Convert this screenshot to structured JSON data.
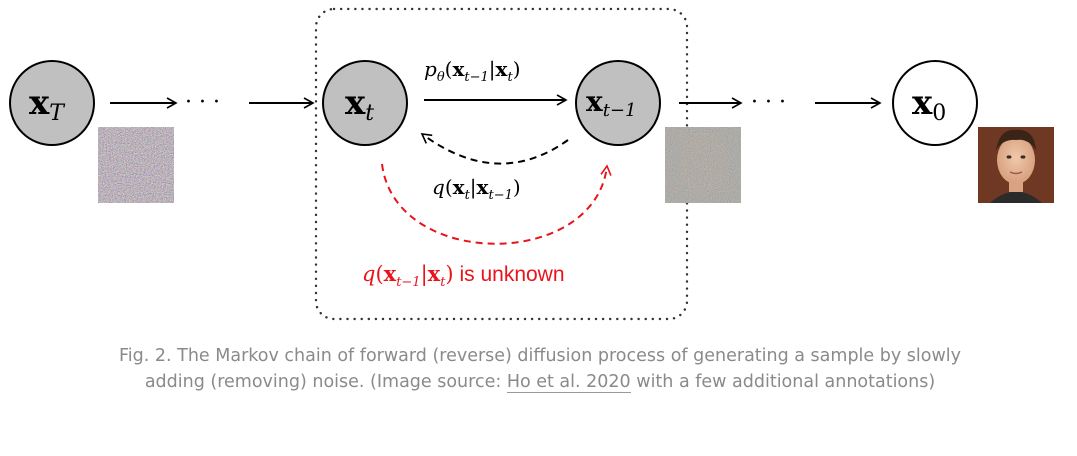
{
  "nodes": {
    "xT": {
      "main": "x",
      "sub": "T"
    },
    "xt": {
      "main": "x",
      "sub": "t"
    },
    "xtm1": {
      "main": "x",
      "sub": "t−1"
    },
    "x0": {
      "main": "x",
      "sub": "0"
    }
  },
  "ellipsis": "· · ·",
  "labels": {
    "reverse": {
      "p": "p",
      "theta": "θ",
      "open": "(",
      "x1": "x",
      "x1sub": "t−1",
      "bar": "|",
      "x2": "x",
      "x2sub": "t",
      "close": ")"
    },
    "forward": {
      "q": "q",
      "open": "(",
      "x1": "x",
      "x1sub": "t",
      "bar": "|",
      "x2": "x",
      "x2sub": "t−1",
      "close": ")"
    },
    "unknown": {
      "q": "q",
      "open": "(",
      "x1": "x",
      "x1sub": "t−1",
      "bar": "|",
      "x2": "x",
      "x2sub": "t",
      "close": ")",
      "suffix": " is unknown"
    }
  },
  "colors": {
    "node_fill": "#c0c0c0",
    "node_fill_clean": "#ffffff",
    "stroke": "#000000",
    "unknown": "#e8141a",
    "caption": "#8a8a8a"
  },
  "caption": {
    "before_link": "Fig. 2. The Markov chain of forward (reverse) diffusion process of generating a sample by slowly adding (removing) noise. (Image source: ",
    "link": "Ho et al. 2020",
    "after_link": " with a few additional annotations)"
  },
  "images": {
    "noise_full": "noise-thumbnail",
    "noise_partial": "noisy-face-thumbnail",
    "clean": "face-thumbnail"
  }
}
